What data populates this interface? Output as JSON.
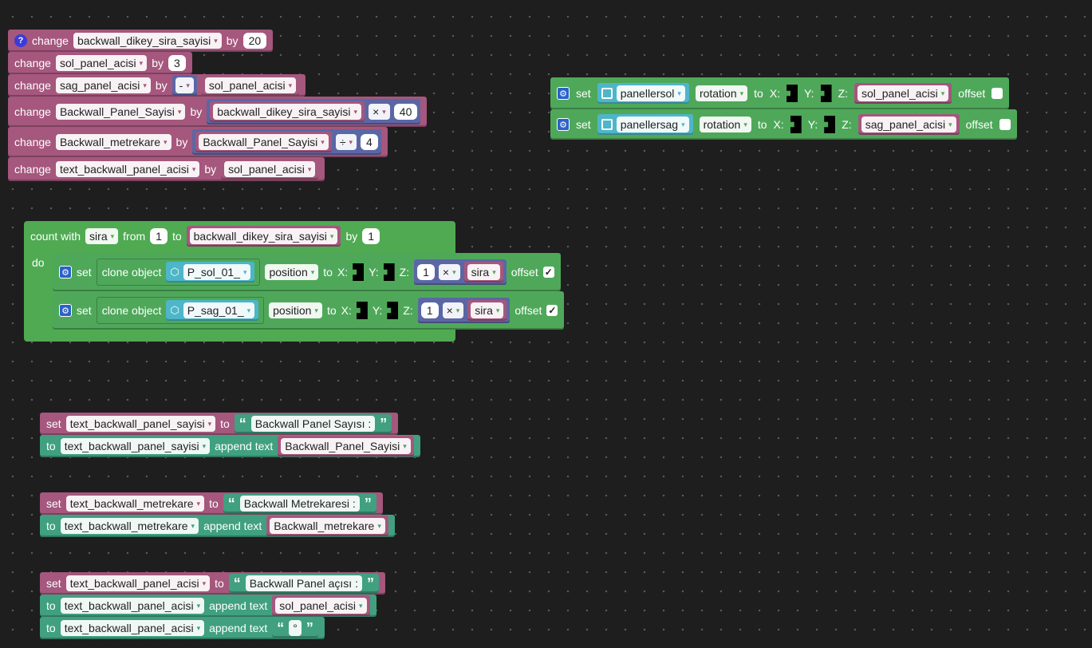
{
  "change_stack": [
    {
      "kw": "change",
      "var": "backwall_dikey_sira_sayisi",
      "by": "by",
      "value": "20"
    },
    {
      "kw": "change",
      "var": "sol_panel_acisi",
      "by": "by",
      "value": "3"
    },
    {
      "kw": "change",
      "var": "sag_panel_acisi",
      "by": "by",
      "op": "-",
      "operand": "sol_panel_acisi"
    },
    {
      "kw": "change",
      "var": "Backwall_Panel_Sayisi",
      "by": "by",
      "operand": "backwall_dikey_sira_sayisi",
      "op": "×",
      "value": "40"
    },
    {
      "kw": "change",
      "var": "Backwall_metrekare",
      "by": "by",
      "operand": "Backwall_Panel_Sayisi",
      "op": "÷",
      "value": "4"
    },
    {
      "kw": "change",
      "var": "text_backwall_panel_acisi",
      "by": "by",
      "operand": "sol_panel_acisi"
    }
  ],
  "rotation_stack": [
    {
      "kw": "set",
      "obj": "panellersol",
      "prop": "rotation",
      "to": "to",
      "x": "X:",
      "y": "Y:",
      "z": "Z:",
      "zval": "sol_panel_acisi",
      "offset": "offset"
    },
    {
      "kw": "set",
      "obj": "panellersag",
      "prop": "rotation",
      "to": "to",
      "x": "X:",
      "y": "Y:",
      "z": "Z:",
      "zval": "sag_panel_acisi",
      "offset": "offset"
    }
  ],
  "loop": {
    "count_with": "count with",
    "var": "sira",
    "from": "from",
    "from_val": "1",
    "to": "to",
    "to_var": "backwall_dikey_sira_sayisi",
    "by": "by",
    "by_val": "1",
    "do": "do",
    "rows": [
      {
        "kw": "set",
        "clone": "clone object",
        "obj": "P_sol_01_",
        "prop": "position",
        "to": "to",
        "x": "X:",
        "y": "Y:",
        "z": "Z:",
        "num": "1",
        "op": "×",
        "var": "sira",
        "offset": "offset",
        "check": "✓"
      },
      {
        "kw": "set",
        "clone": "clone object",
        "obj": "P_sag_01_",
        "prop": "position",
        "to": "to",
        "x": "X:",
        "y": "Y:",
        "z": "Z:",
        "num": "1",
        "op": "×",
        "var": "sira",
        "offset": "offset",
        "check": "✓"
      }
    ]
  },
  "text_groups": [
    {
      "set": "set",
      "var": "text_backwall_panel_sayisi",
      "to": "to",
      "string": "Backwall Panel Sayısı :",
      "appends": [
        {
          "to": "to",
          "var": "text_backwall_panel_sayisi",
          "append": "append text",
          "value": "Backwall_Panel_Sayisi"
        }
      ]
    },
    {
      "set": "set",
      "var": "text_backwall_metrekare",
      "to": "to",
      "string": "Backwall Metrekaresi :",
      "appends": [
        {
          "to": "to",
          "var": "text_backwall_metrekare",
          "append": "append text",
          "value": "Backwall_metrekare"
        }
      ]
    },
    {
      "set": "set",
      "var": "text_backwall_panel_acisi",
      "to": "to",
      "string": "Backwall Panel açısı :",
      "appends": [
        {
          "to": "to",
          "var": "text_backwall_panel_acisi",
          "append": "append text",
          "value": "sol_panel_acisi"
        },
        {
          "to": "to",
          "var": "text_backwall_panel_acisi",
          "append": "append text",
          "string": "°"
        }
      ]
    }
  ],
  "icons": {
    "help": "?",
    "gear": "⚙",
    "chevron": "▾",
    "cube": "⬡",
    "quote_open": "“",
    "quote_close": "”"
  },
  "colors": {
    "variable": "#a5577d",
    "math": "#5b67a5",
    "object": "#4fa85a",
    "text": "#40a07f",
    "loop": "#4faa52",
    "target": "#4db6c8",
    "background": "#1e1e1e"
  }
}
